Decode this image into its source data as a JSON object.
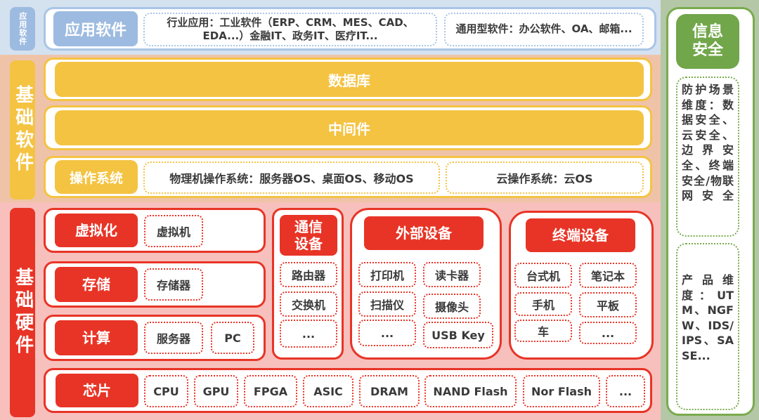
{
  "layers": {
    "application": {
      "side_label": "应用软件",
      "head": "应用软件",
      "items": [
        "行业应用：工业软件（ERP、CRM、MES、CAD、EDA...）金融IT、政务IT、医疗IT...",
        "通用型软件：办公软件、OA、邮箱..."
      ]
    },
    "base_software": {
      "side_label": "基础软件",
      "database": "数据库",
      "middleware": "中间件",
      "os": {
        "head": "操作系统",
        "items": [
          "物理机操作系统：服务器OS、桌面OS、移动OS",
          "云操作系统：云OS"
        ]
      }
    },
    "base_hardware": {
      "side_label": "基础硬件",
      "virtualization": {
        "head": "虚拟化",
        "items": [
          "虚拟机"
        ]
      },
      "storage": {
        "head": "存储",
        "items": [
          "存储器"
        ]
      },
      "compute": {
        "head": "计算",
        "items": [
          "服务器",
          "PC"
        ]
      },
      "comm": {
        "head": "通信设备",
        "items": [
          "路由器",
          "交换机",
          "..."
        ]
      },
      "peripheral": {
        "head": "外部设备",
        "items": [
          "打印机",
          "读卡器",
          "扫描仪",
          "摄像头",
          "...",
          "USB Key"
        ]
      },
      "terminal": {
        "head": "终端设备",
        "items": [
          "台式机",
          "笔记本",
          "手机",
          "平板",
          "车",
          "..."
        ]
      },
      "chip": {
        "head": "芯片",
        "items": [
          "CPU",
          "GPU",
          "FPGA",
          "ASIC",
          "DRAM",
          "NAND Flash",
          "Nor Flash",
          "..."
        ]
      }
    },
    "security": {
      "head": "信息安全",
      "scenario": "防护场景维度：数据安全、云安全、边界安全、终端安全/物联网安全",
      "product": "产品维度：UTM、NGFW、IDS/IPS、SASE..."
    }
  },
  "colors": {
    "app_blue": "#9dbbe0",
    "soft_yellow": "#f4c342",
    "hard_red": "#e83426",
    "sec_green": "#71a64a"
  }
}
